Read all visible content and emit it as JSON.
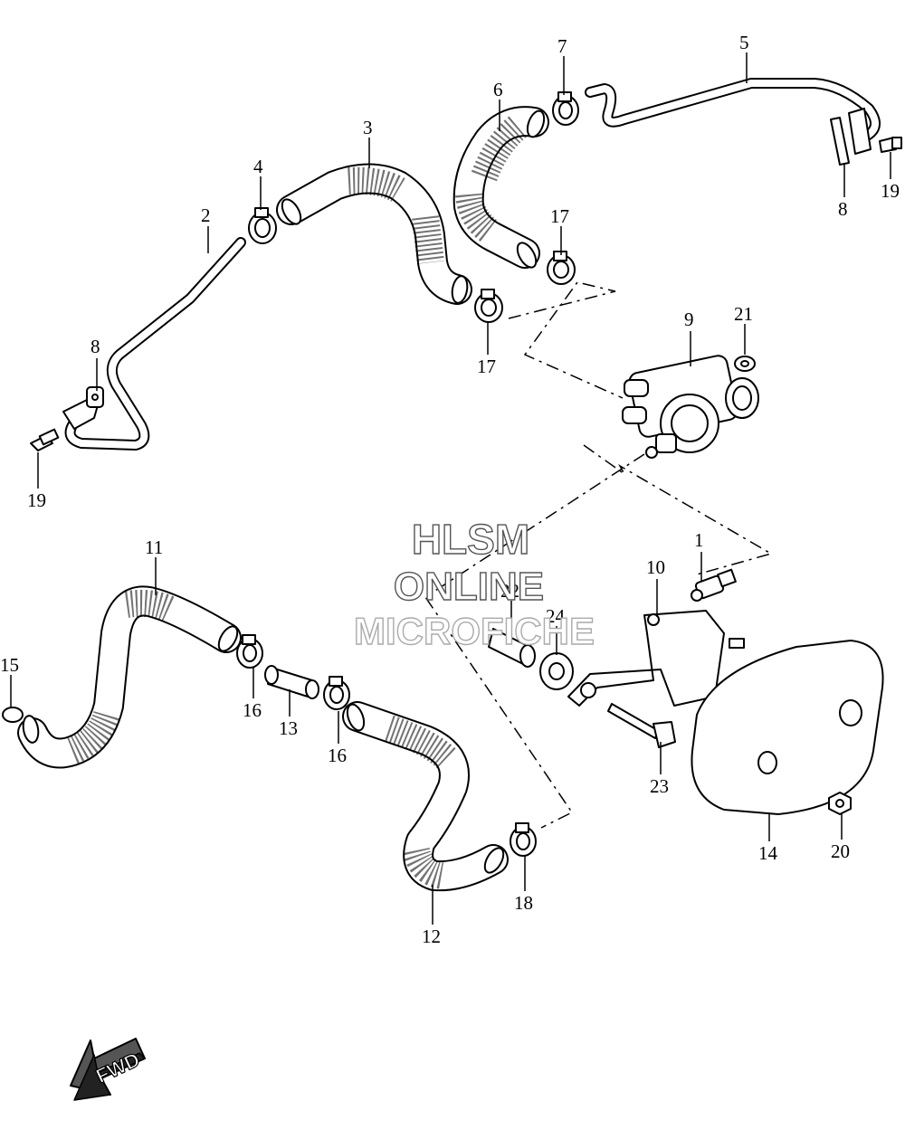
{
  "callouts": [
    {
      "label": "1"
    },
    {
      "label": "2"
    },
    {
      "label": "3"
    },
    {
      "label": "4"
    },
    {
      "label": "5"
    },
    {
      "label": "6"
    },
    {
      "label": "7"
    },
    {
      "label": "8"
    },
    {
      "label": "8"
    },
    {
      "label": "9"
    },
    {
      "label": "10"
    },
    {
      "label": "11"
    },
    {
      "label": "12"
    },
    {
      "label": "13"
    },
    {
      "label": "14"
    },
    {
      "label": "15"
    },
    {
      "label": "16"
    },
    {
      "label": "16"
    },
    {
      "label": "17"
    },
    {
      "label": "17"
    },
    {
      "label": "18"
    },
    {
      "label": "19"
    },
    {
      "label": "19"
    },
    {
      "label": "20"
    },
    {
      "label": "21"
    },
    {
      "label": "22"
    },
    {
      "label": "23"
    },
    {
      "label": "24"
    }
  ],
  "watermark": {
    "line1": "HLSM",
    "line2": "ONLINE",
    "line3": "MICROFICHE"
  },
  "direction_arrow": {
    "label": "FWD",
    "icon": "forward-arrow-icon"
  }
}
